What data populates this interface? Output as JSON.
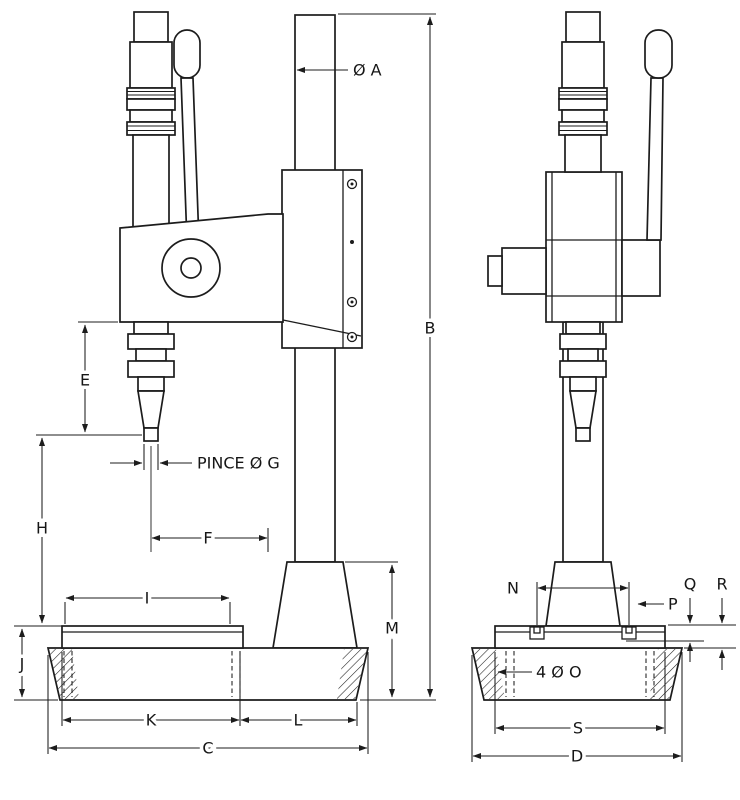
{
  "colors": {
    "line": "#1c1c1c",
    "background": "#ffffff"
  },
  "drawing": {
    "labels": {
      "dia_a": "Ø A",
      "b": "B",
      "e": "E",
      "pince_g": "PINCE Ø G",
      "h": "H",
      "f": "F",
      "i": "I",
      "j": "J",
      "m": "M",
      "k": "K",
      "l": "L",
      "c": "C",
      "n": "N",
      "p": "P",
      "q": "Q",
      "r": "R",
      "holes_o": "4 Ø O",
      "s": "S",
      "d": "D"
    }
  }
}
